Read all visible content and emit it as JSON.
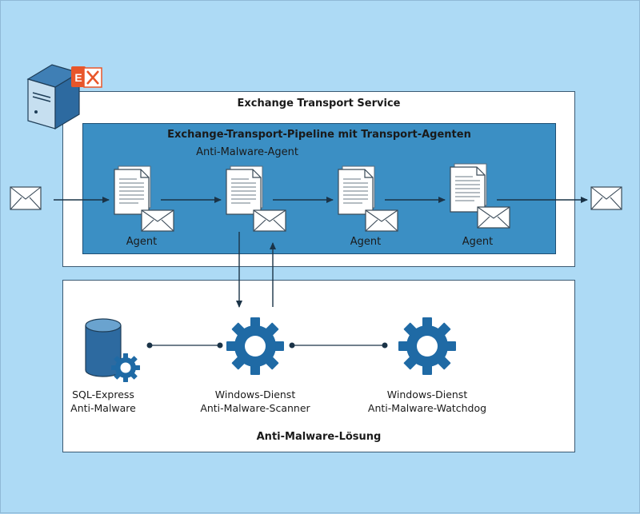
{
  "transport_service": {
    "title": "Exchange Transport Service"
  },
  "pipeline": {
    "title": "Exchange-Transport-Pipeline mit Transport-Agenten",
    "anti_malware_agent_label": "Anti-Malware-Agent",
    "agents": [
      {
        "label": "Agent"
      },
      {
        "label": ""
      },
      {
        "label": "Agent"
      },
      {
        "label": "Agent"
      }
    ]
  },
  "solution": {
    "title": "Anti-Malware-Lösung",
    "components": [
      {
        "line1": "SQL-Express",
        "line2": "Anti-Malware"
      },
      {
        "line1": "Windows-Dienst",
        "line2": "Anti-Malware-Scanner"
      },
      {
        "line1": "Windows-Dienst",
        "line2": "Anti-Malware-Watchdog"
      }
    ]
  },
  "server_badge": {
    "letter": "E"
  },
  "colors": {
    "background": "#addaf5",
    "pipeline": "#3b8fc4",
    "gear": "#1f6aa5",
    "arrow": "#1a3347",
    "badge": "#e8562a"
  },
  "icons": [
    "server-icon",
    "exchange-logo-icon",
    "mail-envelope-icon",
    "document-icon",
    "gear-icon",
    "database-icon"
  ]
}
